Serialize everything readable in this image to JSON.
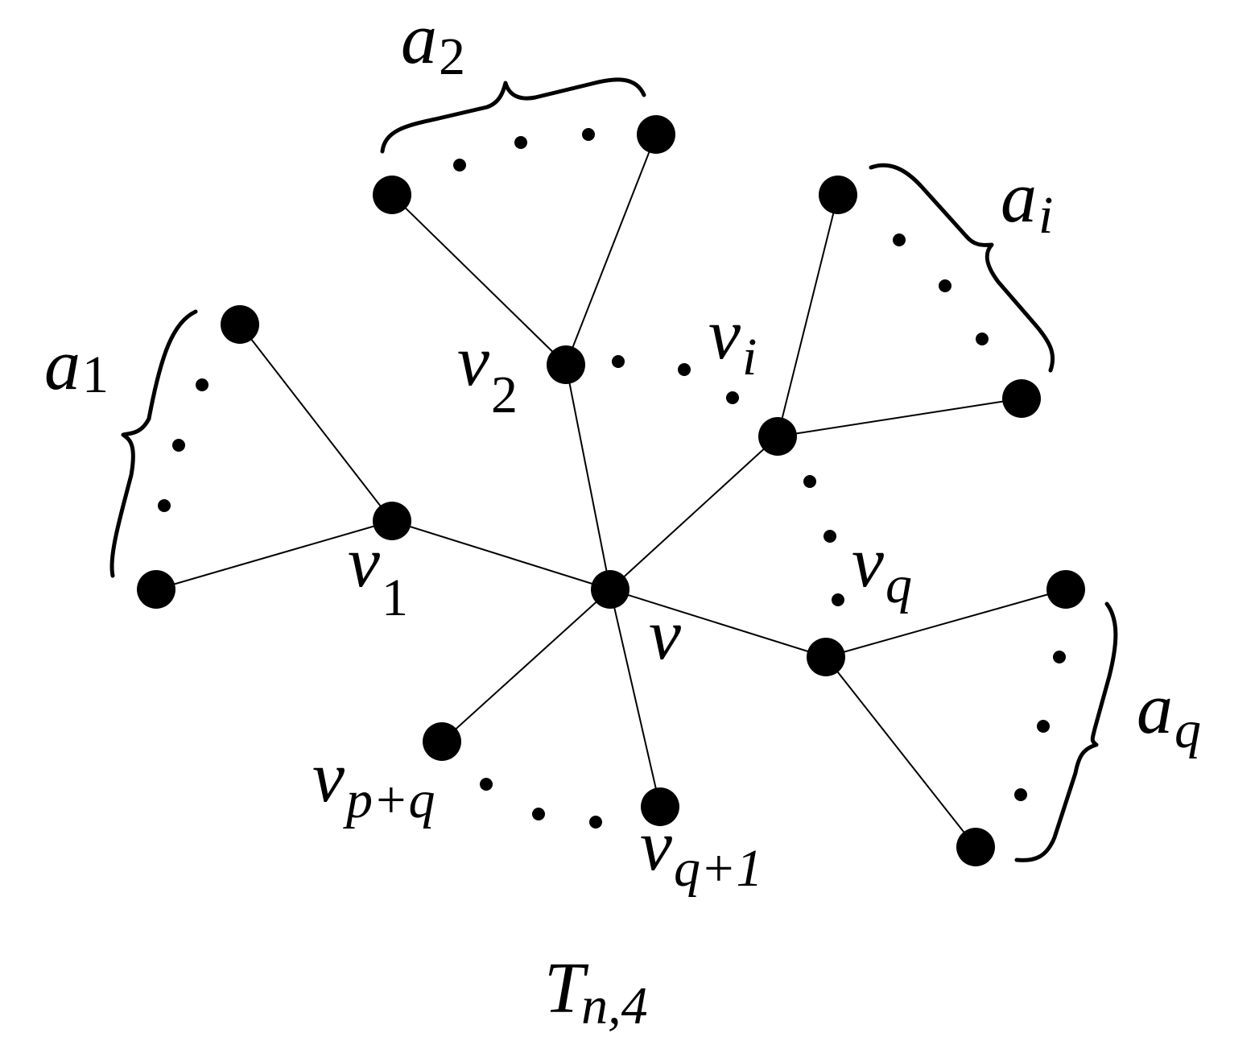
{
  "labels": {
    "v": "v",
    "v1": {
      "main": "v",
      "sub": "1"
    },
    "v2": {
      "main": "v",
      "sub": "2"
    },
    "vi": {
      "main": "v",
      "sub": "i"
    },
    "vq": {
      "main": "v",
      "sub": "q"
    },
    "vq1": {
      "main": "v",
      "sub": "q+1"
    },
    "vpq": {
      "main": "v",
      "sub": "p+q"
    },
    "a1": {
      "main": "a",
      "sub": "1"
    },
    "a2": {
      "main": "a",
      "sub": "2"
    },
    "ai": {
      "main": "a",
      "sub": "i"
    },
    "aq": {
      "main": "a",
      "sub": "q"
    },
    "caption": {
      "main": "T",
      "sub": "n,4"
    }
  },
  "colors": {
    "ink": "#000000",
    "background": "#ffffff"
  }
}
